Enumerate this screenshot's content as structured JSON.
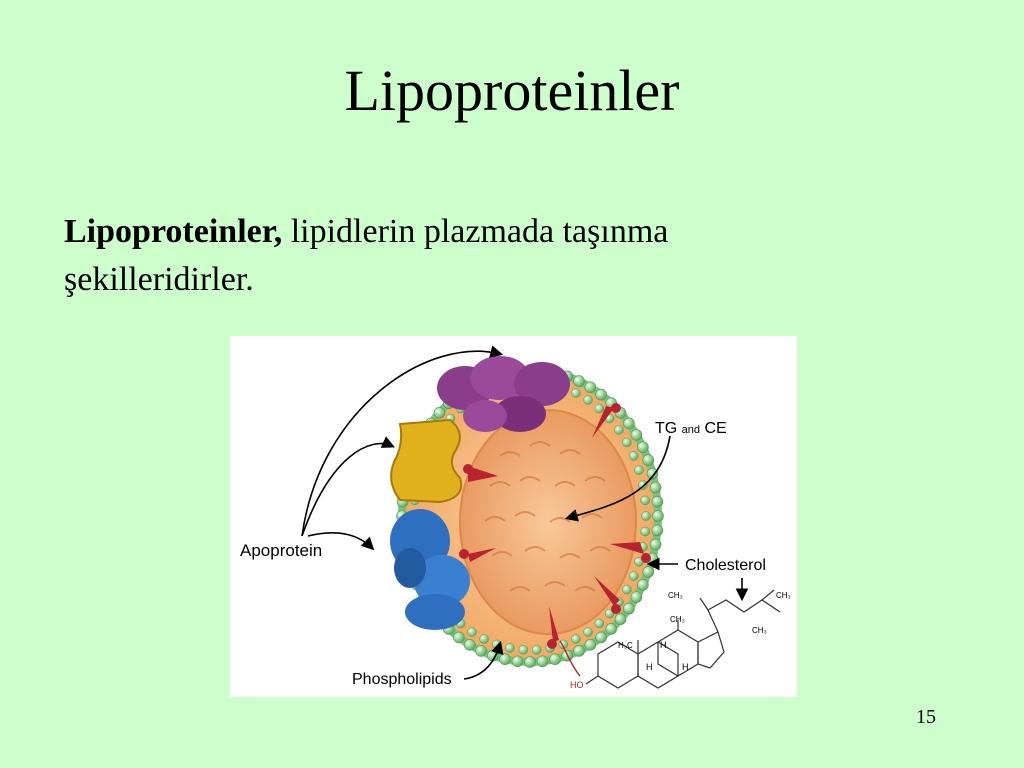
{
  "slide": {
    "title": "Lipoproteinler",
    "term": "Lipoproteinler,",
    "definition": " lipidlerin plazmada taşınma şekilleridirler.",
    "page_number": "15"
  },
  "figure": {
    "labels": {
      "apoprotein": "Apoprotein",
      "tg": "TG",
      "and": "and",
      "ce": "CE",
      "cholesterol": "Cholesterol",
      "phospholipids": "Phospholipids"
    },
    "structure_labels": {
      "ch3_a": "CH₃",
      "ch3_b": "CH₃",
      "ch3_c": "CH₃",
      "ch3_d": "CH₃",
      "h3c": "H₃C",
      "h1": "H",
      "h2": "H",
      "h3": "H",
      "ho": "HO"
    },
    "colors": {
      "background": "#ffffff",
      "phospholipid_head": "#8fd08f",
      "core": "#f2b278",
      "apoprotein_purple": "#8a3d8a",
      "apoprotein_yellow": "#e0b11a",
      "apoprotein_blue": "#2f6fbf",
      "cholesterol": "#b8232f"
    }
  }
}
